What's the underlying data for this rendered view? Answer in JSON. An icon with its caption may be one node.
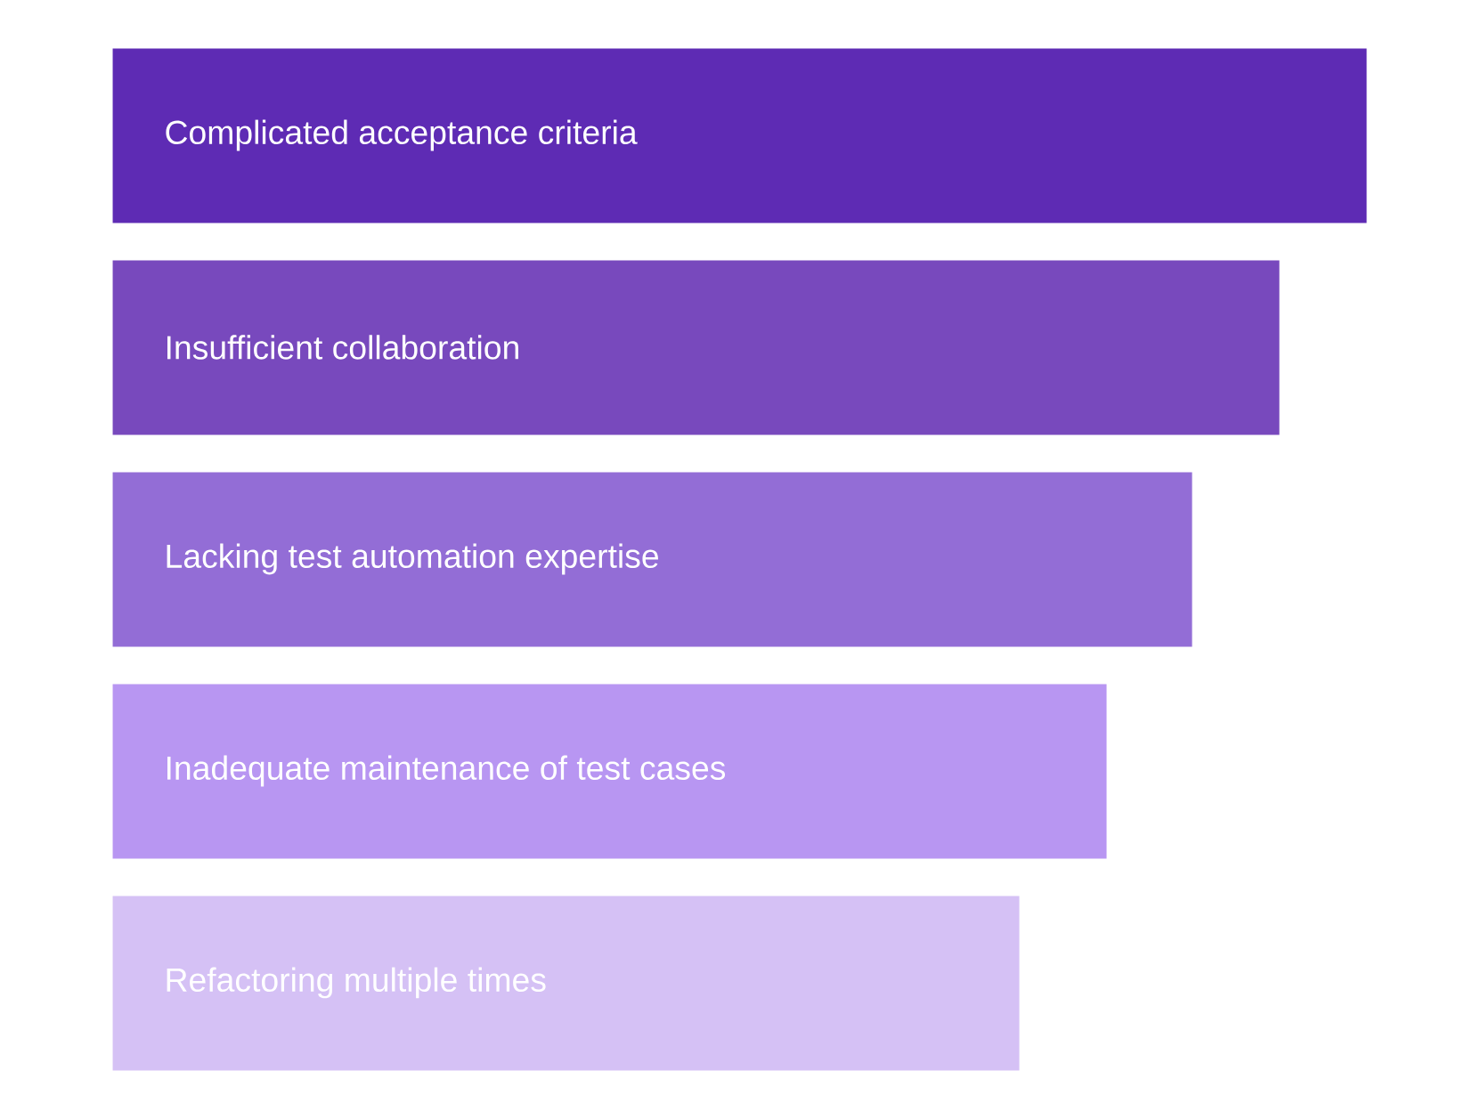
{
  "diagram": {
    "nodes": [
      {
        "text": [
          "Complicated acceptance criteria"
        ]
      },
      {
        "text": [
          "Insufficient collaboration"
        ]
      },
      {
        "text": [
          "Lacking test automation expertise"
        ]
      },
      {
        "text": [
          "Inadequate maintenance of test cases"
        ]
      },
      {
        "text": [
          "Refactoring multiple times"
        ]
      }
    ]
  }
}
